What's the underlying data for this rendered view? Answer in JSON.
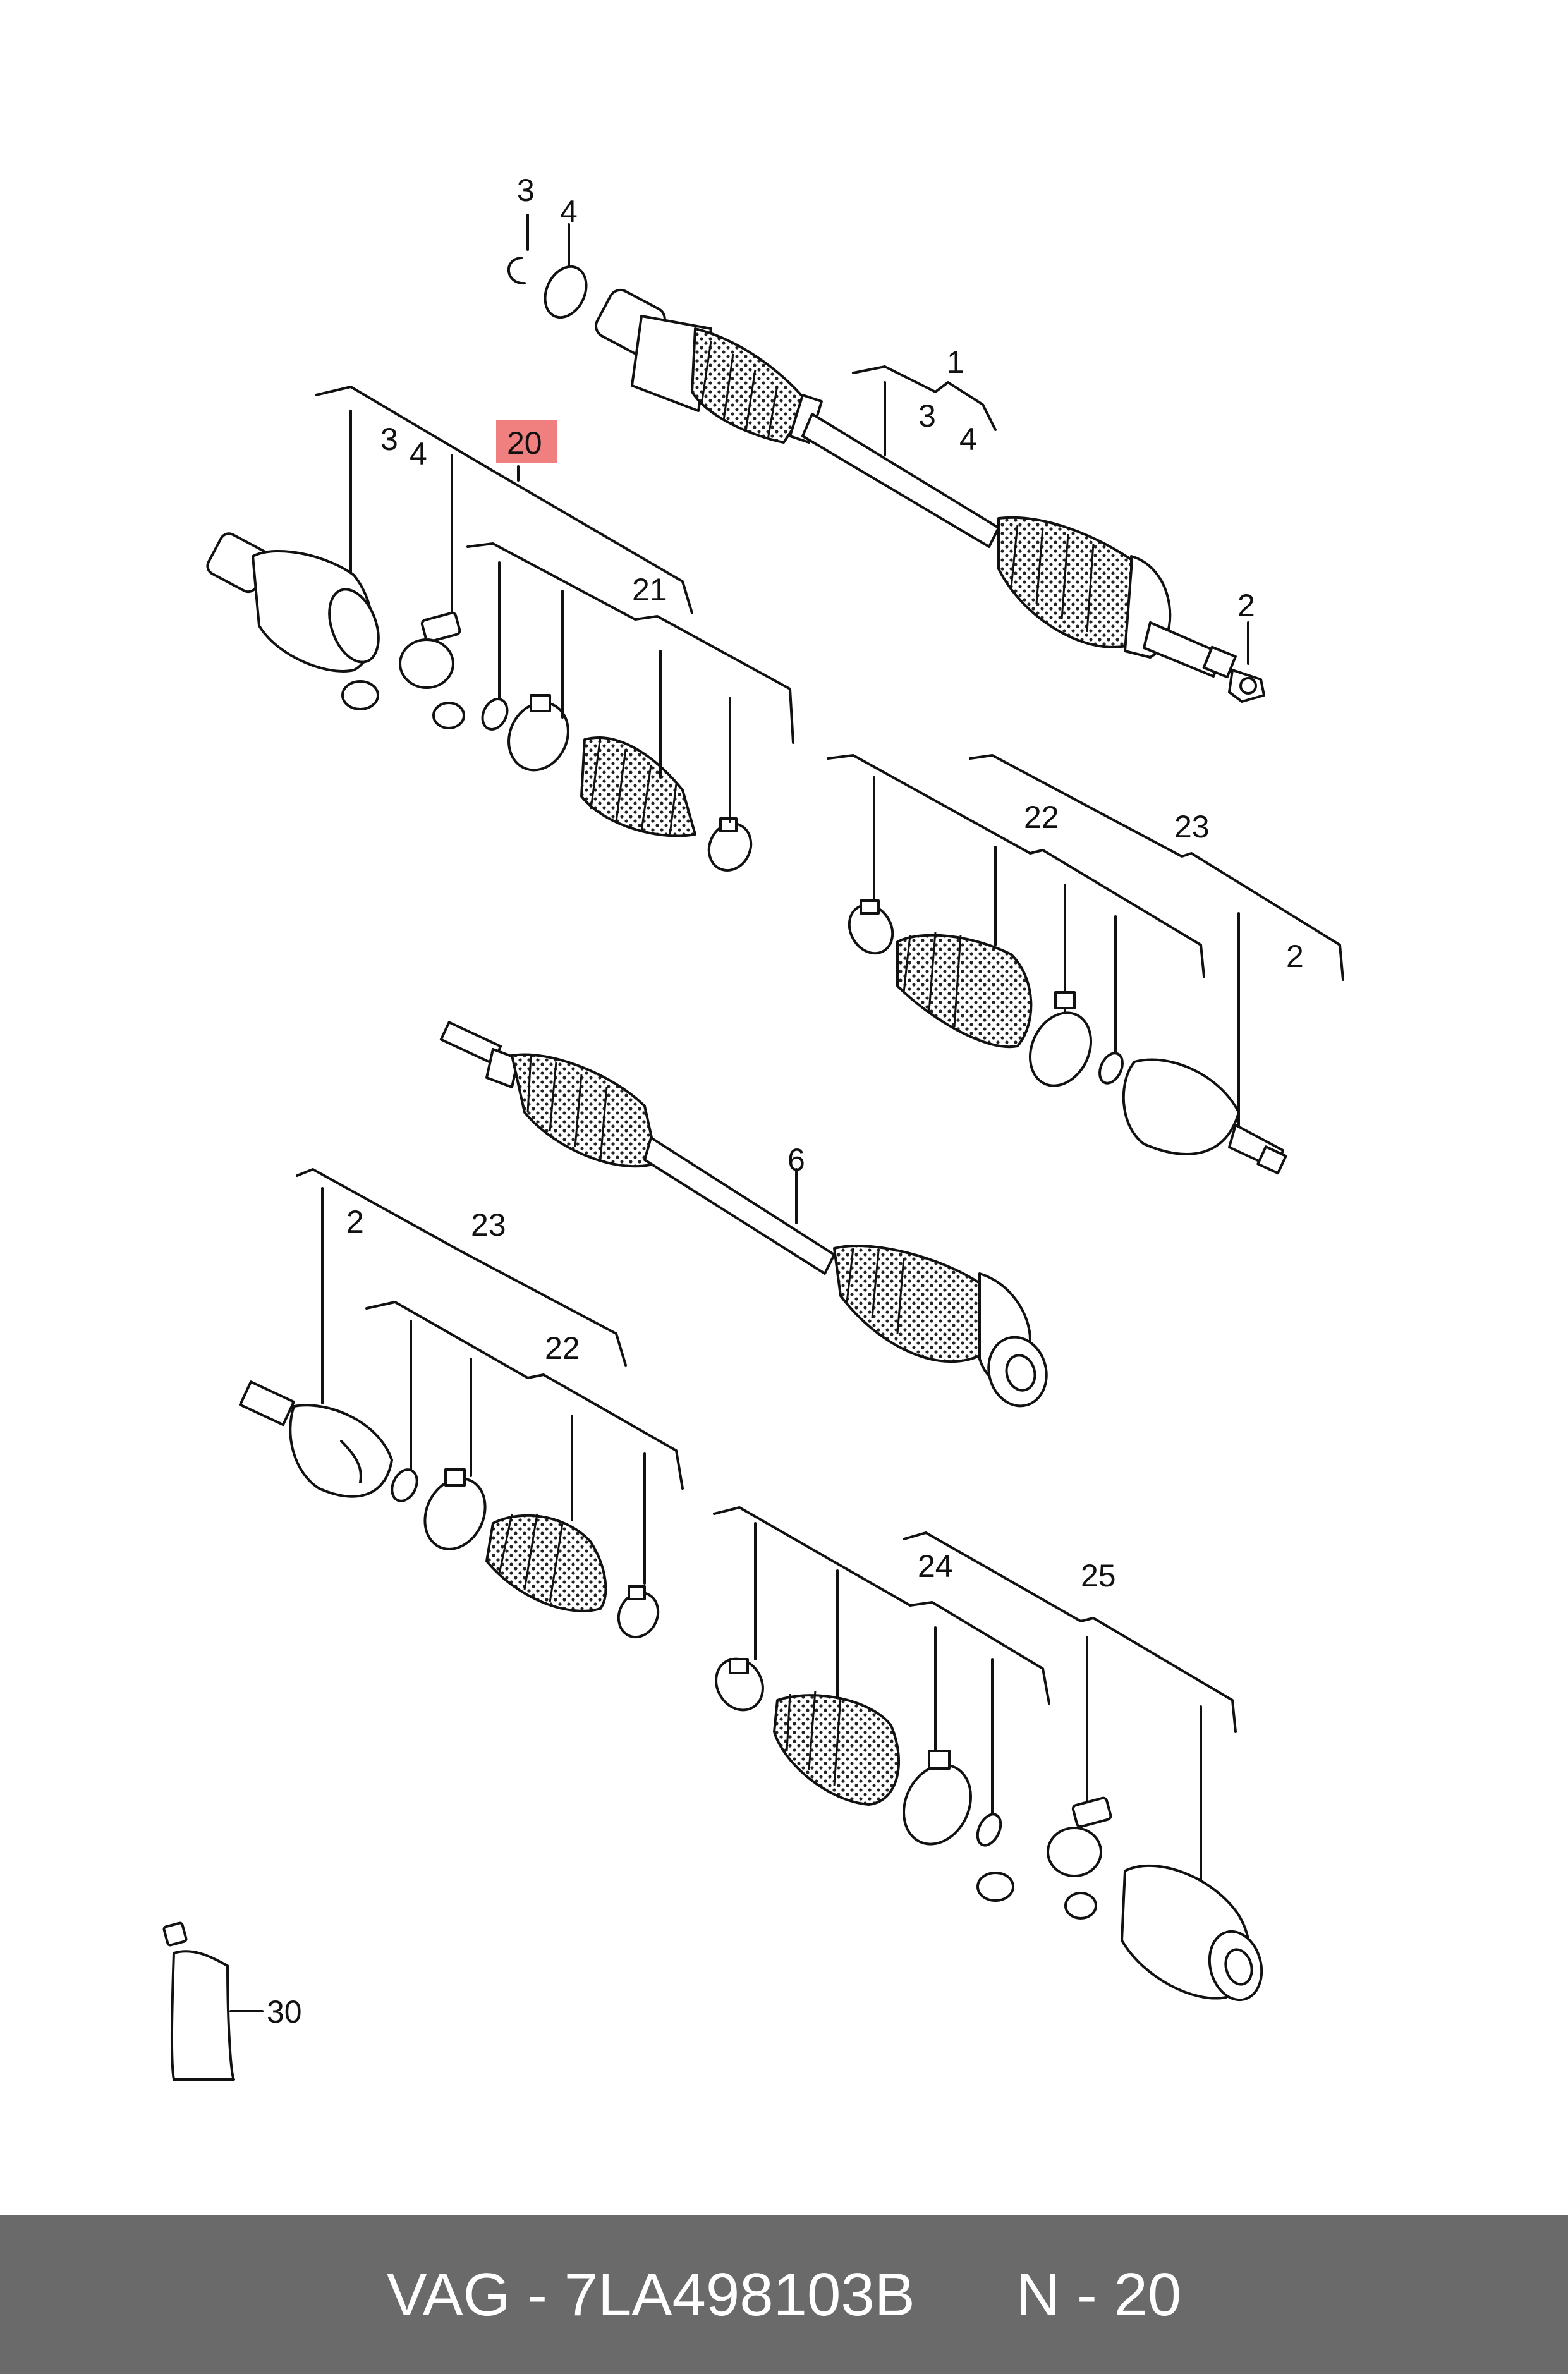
{
  "callouts": {
    "c1": "1",
    "c2a": "2",
    "c2b": "2",
    "c2c": "2",
    "c3a": "3",
    "c3b": "3",
    "c3c": "3",
    "c4a": "4",
    "c4b": "4",
    "c4c": "4",
    "c6": "6",
    "c20": "20",
    "c21": "21",
    "c22a": "22",
    "c22b": "22",
    "c23a": "23",
    "c23b": "23",
    "c24": "24",
    "c25": "25",
    "c30": "30"
  },
  "highlight_color": "#f08080",
  "footer": {
    "brand": "VAG",
    "separator": " - ",
    "part_number": "7LA498103B",
    "note": "N - 20"
  }
}
